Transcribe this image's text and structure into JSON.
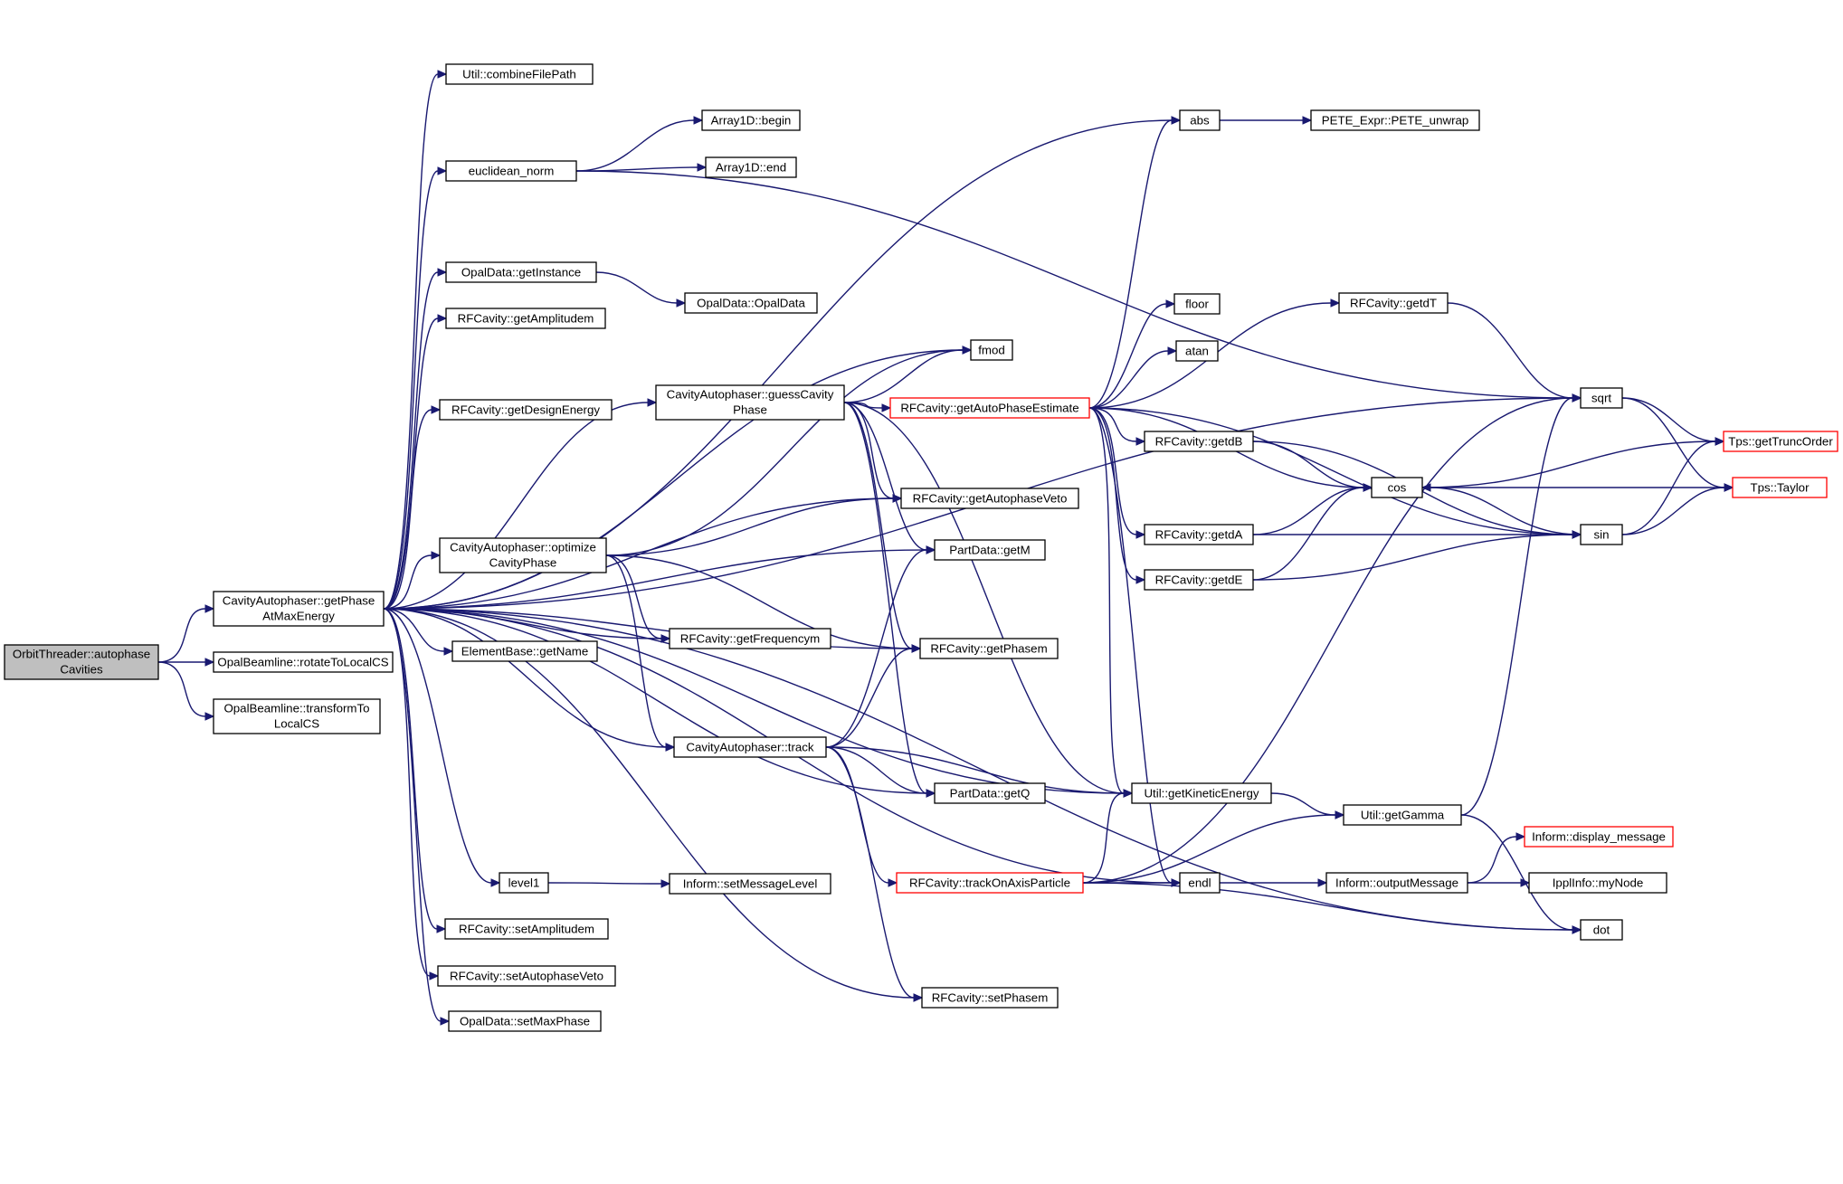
{
  "graph": {
    "root": "orbit_autophase",
    "colors": {
      "edge": "#191970",
      "root_fill": "#bfbfbf",
      "node_border": "#000000",
      "truncated_border": "#ff0000",
      "background": "#ffffff"
    },
    "nodes": [
      {
        "id": "orbit_autophase",
        "lines": [
          "OrbitThreader::autophase",
          "Cavities"
        ],
        "root": true
      },
      {
        "id": "getPhaseAtMaxEnergy",
        "lines": [
          "CavityAutophaser::getPhase",
          "AtMaxEnergy"
        ]
      },
      {
        "id": "rotateToLocalCS",
        "lines": [
          "OpalBeamline::rotateToLocalCS"
        ]
      },
      {
        "id": "transformToLocalCS",
        "lines": [
          "OpalBeamline::transformTo",
          "LocalCS"
        ]
      },
      {
        "id": "combineFilePath",
        "lines": [
          "Util::combineFilePath"
        ]
      },
      {
        "id": "euclidean_norm",
        "lines": [
          "euclidean_norm"
        ]
      },
      {
        "id": "getInstance",
        "lines": [
          "OpalData::getInstance"
        ]
      },
      {
        "id": "getAmplitudem",
        "lines": [
          "RFCavity::getAmplitudem"
        ]
      },
      {
        "id": "getDesignEnergy",
        "lines": [
          "RFCavity::getDesignEnergy"
        ]
      },
      {
        "id": "optimizeCavityPhase",
        "lines": [
          "CavityAutophaser::optimize",
          "CavityPhase"
        ]
      },
      {
        "id": "getName",
        "lines": [
          "ElementBase::getName"
        ]
      },
      {
        "id": "level1",
        "lines": [
          "level1"
        ]
      },
      {
        "id": "setAmplitudem",
        "lines": [
          "RFCavity::setAmplitudem"
        ]
      },
      {
        "id": "setAutophaseVeto",
        "lines": [
          "RFCavity::setAutophaseVeto"
        ]
      },
      {
        "id": "setMaxPhase",
        "lines": [
          "OpalData::setMaxPhase"
        ]
      },
      {
        "id": "begin",
        "lines": [
          "Array1D::begin"
        ]
      },
      {
        "id": "end",
        "lines": [
          "Array1D::end"
        ]
      },
      {
        "id": "OpalDataCtor",
        "lines": [
          "OpalData::OpalData"
        ]
      },
      {
        "id": "guessCavityPhase",
        "lines": [
          "CavityAutophaser::guessCavity",
          "Phase"
        ]
      },
      {
        "id": "getFrequencym",
        "lines": [
          "RFCavity::getFrequencym"
        ]
      },
      {
        "id": "track",
        "lines": [
          "CavityAutophaser::track"
        ]
      },
      {
        "id": "setMessageLevel",
        "lines": [
          "Inform::setMessageLevel"
        ]
      },
      {
        "id": "fmod",
        "lines": [
          "fmod"
        ]
      },
      {
        "id": "getAutophaseVeto",
        "lines": [
          "RFCavity::getAutophaseVeto"
        ]
      },
      {
        "id": "getM",
        "lines": [
          "PartData::getM"
        ]
      },
      {
        "id": "getPhasem",
        "lines": [
          "RFCavity::getPhasem"
        ]
      },
      {
        "id": "getQ",
        "lines": [
          "PartData::getQ"
        ]
      },
      {
        "id": "setPhasem",
        "lines": [
          "RFCavity::setPhasem"
        ]
      },
      {
        "id": "getAutoPhaseEstimate",
        "lines": [
          "RFCavity::getAutoPhaseEstimate"
        ],
        "truncated": true
      },
      {
        "id": "trackOnAxisParticle",
        "lines": [
          "RFCavity::trackOnAxisParticle"
        ],
        "truncated": true
      },
      {
        "id": "abs",
        "lines": [
          "abs"
        ]
      },
      {
        "id": "floor",
        "lines": [
          "floor"
        ]
      },
      {
        "id": "atan",
        "lines": [
          "atan"
        ]
      },
      {
        "id": "getKineticEnergy",
        "lines": [
          "Util::getKineticEnergy"
        ]
      },
      {
        "id": "endl",
        "lines": [
          "endl"
        ]
      },
      {
        "id": "PETE_unwrap",
        "lines": [
          "PETE_Expr::PETE_unwrap"
        ]
      },
      {
        "id": "getdT",
        "lines": [
          "RFCavity::getdT"
        ]
      },
      {
        "id": "getdB",
        "lines": [
          "RFCavity::getdB"
        ]
      },
      {
        "id": "getdA",
        "lines": [
          "RFCavity::getdA"
        ]
      },
      {
        "id": "getdE",
        "lines": [
          "RFCavity::getdE"
        ]
      },
      {
        "id": "cos",
        "lines": [
          "cos"
        ]
      },
      {
        "id": "getGamma",
        "lines": [
          "Util::getGamma"
        ]
      },
      {
        "id": "outputMessage",
        "lines": [
          "Inform::outputMessage"
        ]
      },
      {
        "id": "sqrt",
        "lines": [
          "sqrt"
        ]
      },
      {
        "id": "sin",
        "lines": [
          "sin"
        ]
      },
      {
        "id": "dot",
        "lines": [
          "dot"
        ]
      },
      {
        "id": "getTruncOrder",
        "lines": [
          "Tps::getTruncOrder"
        ],
        "truncated": true
      },
      {
        "id": "Taylor",
        "lines": [
          "Tps::Taylor"
        ],
        "truncated": true
      },
      {
        "id": "display_message",
        "lines": [
          "Inform::display_message"
        ],
        "truncated": true
      },
      {
        "id": "myNode",
        "lines": [
          "IpplInfo::myNode"
        ]
      }
    ],
    "edges": [
      [
        "orbit_autophase",
        "getPhaseAtMaxEnergy"
      ],
      [
        "orbit_autophase",
        "rotateToLocalCS"
      ],
      [
        "orbit_autophase",
        "transformToLocalCS"
      ],
      [
        "getPhaseAtMaxEnergy",
        "combineFilePath"
      ],
      [
        "getPhaseAtMaxEnergy",
        "abs"
      ],
      [
        "getPhaseAtMaxEnergy",
        "sqrt"
      ],
      [
        "getPhaseAtMaxEnergy",
        "euclidean_norm"
      ],
      [
        "getPhaseAtMaxEnergy",
        "getInstance"
      ],
      [
        "getPhaseAtMaxEnergy",
        "fmod"
      ],
      [
        "getPhaseAtMaxEnergy",
        "getAmplitudem"
      ],
      [
        "getPhaseAtMaxEnergy",
        "guessCavityPhase"
      ],
      [
        "getPhaseAtMaxEnergy",
        "getDesignEnergy"
      ],
      [
        "getPhaseAtMaxEnergy",
        "getAutophaseVeto"
      ],
      [
        "getPhaseAtMaxEnergy",
        "getM"
      ],
      [
        "getPhaseAtMaxEnergy",
        "optimizeCavityPhase"
      ],
      [
        "getPhaseAtMaxEnergy",
        "getFrequencym"
      ],
      [
        "getPhaseAtMaxEnergy",
        "getName"
      ],
      [
        "getPhaseAtMaxEnergy",
        "getPhasem"
      ],
      [
        "getPhaseAtMaxEnergy",
        "track"
      ],
      [
        "getPhaseAtMaxEnergy",
        "getQ"
      ],
      [
        "getPhaseAtMaxEnergy",
        "getKineticEnergy"
      ],
      [
        "getPhaseAtMaxEnergy",
        "level1"
      ],
      [
        "getPhaseAtMaxEnergy",
        "setAmplitudem"
      ],
      [
        "getPhaseAtMaxEnergy",
        "setAutophaseVeto"
      ],
      [
        "getPhaseAtMaxEnergy",
        "setMaxPhase"
      ],
      [
        "getPhaseAtMaxEnergy",
        "setPhasem"
      ],
      [
        "getPhaseAtMaxEnergy",
        "endl"
      ],
      [
        "getPhaseAtMaxEnergy",
        "dot"
      ],
      [
        "euclidean_norm",
        "begin"
      ],
      [
        "euclidean_norm",
        "end"
      ],
      [
        "euclidean_norm",
        "sqrt"
      ],
      [
        "getInstance",
        "OpalDataCtor"
      ],
      [
        "optimizeCavityPhase",
        "fmod"
      ],
      [
        "optimizeCavityPhase",
        "getAutophaseVeto"
      ],
      [
        "optimizeCavityPhase",
        "getFrequencym"
      ],
      [
        "optimizeCavityPhase",
        "getPhasem"
      ],
      [
        "optimizeCavityPhase",
        "track"
      ],
      [
        "guessCavityPhase",
        "fmod"
      ],
      [
        "guessCavityPhase",
        "getAutoPhaseEstimate"
      ],
      [
        "guessCavityPhase",
        "getAutophaseVeto"
      ],
      [
        "guessCavityPhase",
        "getM"
      ],
      [
        "guessCavityPhase",
        "getPhasem"
      ],
      [
        "guessCavityPhase",
        "getQ"
      ],
      [
        "guessCavityPhase",
        "getKineticEnergy"
      ],
      [
        "track",
        "getM"
      ],
      [
        "track",
        "getPhasem"
      ],
      [
        "track",
        "getQ"
      ],
      [
        "track",
        "getKineticEnergy"
      ],
      [
        "track",
        "trackOnAxisParticle"
      ],
      [
        "track",
        "setPhasem"
      ],
      [
        "level1",
        "setMessageLevel"
      ],
      [
        "getAutoPhaseEstimate",
        "abs"
      ],
      [
        "getAutoPhaseEstimate",
        "floor"
      ],
      [
        "getAutoPhaseEstimate",
        "atan"
      ],
      [
        "getAutoPhaseEstimate",
        "getdT"
      ],
      [
        "getAutoPhaseEstimate",
        "getdB"
      ],
      [
        "getAutoPhaseEstimate",
        "getdA"
      ],
      [
        "getAutoPhaseEstimate",
        "getdE"
      ],
      [
        "getAutoPhaseEstimate",
        "cos"
      ],
      [
        "getAutoPhaseEstimate",
        "sin"
      ],
      [
        "getAutoPhaseEstimate",
        "endl"
      ],
      [
        "getAutoPhaseEstimate",
        "getKineticEnergy"
      ],
      [
        "trackOnAxisParticle",
        "sqrt"
      ],
      [
        "trackOnAxisParticle",
        "getKineticEnergy"
      ],
      [
        "trackOnAxisParticle",
        "getGamma"
      ],
      [
        "trackOnAxisParticle",
        "endl"
      ],
      [
        "trackOnAxisParticle",
        "dot"
      ],
      [
        "abs",
        "PETE_unwrap"
      ],
      [
        "getdT",
        "sqrt"
      ],
      [
        "getdB",
        "cos"
      ],
      [
        "getdB",
        "sin"
      ],
      [
        "getdA",
        "cos"
      ],
      [
        "getdA",
        "sin"
      ],
      [
        "getdE",
        "cos"
      ],
      [
        "getdE",
        "sin"
      ],
      [
        "getKineticEnergy",
        "getGamma"
      ],
      [
        "getGamma",
        "sqrt"
      ],
      [
        "getGamma",
        "dot"
      ],
      [
        "endl",
        "outputMessage"
      ],
      [
        "outputMessage",
        "display_message"
      ],
      [
        "outputMessage",
        "myNode"
      ],
      [
        "sqrt",
        "getTruncOrder"
      ],
      [
        "sqrt",
        "Taylor"
      ],
      [
        "sin",
        "getTruncOrder"
      ],
      [
        "sin",
        "Taylor"
      ],
      [
        "sin",
        "cos"
      ],
      [
        "cos",
        "getTruncOrder"
      ],
      [
        "cos",
        "Taylor"
      ]
    ]
  }
}
